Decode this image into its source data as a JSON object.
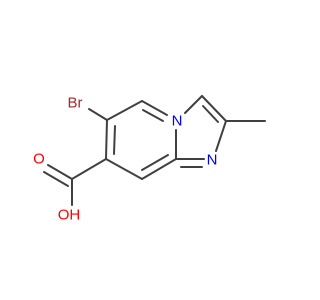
{
  "molecule": {
    "atoms": {
      "br": {
        "symbol": "Br",
        "color": "#a52a2a"
      },
      "n_bridge": {
        "symbol": "N",
        "color": "#0000ff"
      },
      "n_ring": {
        "symbol": "N",
        "color": "#0000ff"
      },
      "o_carbonyl": {
        "symbol": "O",
        "color": "#ff0000"
      },
      "o_hydroxyl": {
        "symbol": "OH",
        "color": "#ff0000"
      }
    },
    "bond_color": "#404040"
  }
}
